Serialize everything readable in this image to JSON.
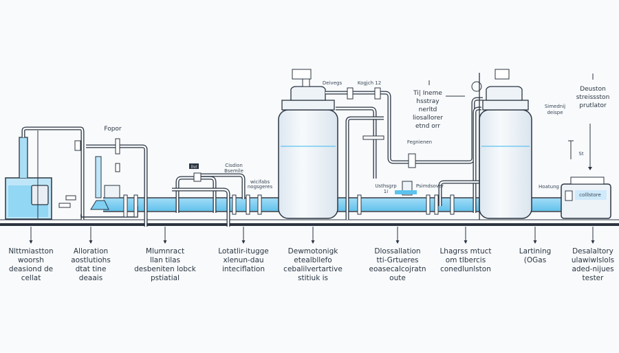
{
  "colors": {
    "water": "#5cc3ee",
    "line": "#2b3440",
    "tank": "#eef3f8",
    "background": "#f8fafc"
  },
  "top_labels": {
    "fopor": "Fopor",
    "deivegs": "Deivegs",
    "kogjch": "Kogjch 12",
    "center_note": [
      "Ti| Ineme",
      "hsstray",
      "nerltd",
      "liosallorer",
      "etnd orr"
    ],
    "simednij": [
      "Simednij",
      "deispe"
    ],
    "deuston": [
      "Deuston",
      "streissston",
      "prutlator"
    ],
    "cisdion": [
      "Cisdion",
      "Bsemile"
    ],
    "wicifabs": [
      "wicifabs",
      "nogsgeres"
    ],
    "fegnienen": "Fegnienen",
    "usthsgrp": [
      "Usthsgrp",
      "1i"
    ],
    "psimdsover": "Psimdsover",
    "hoatung": "Hoatung",
    "st": "St",
    "collstore": "colllstore",
    "gauge": "Dut"
  },
  "bottom_labels": [
    [
      "Nlttmiastton",
      "woorsh",
      "deasiond de",
      "cellat"
    ],
    [
      "Alloration",
      "aostlutiohs",
      "dtat tine",
      "deaais"
    ],
    [
      "Mlumnract",
      "llan tilas",
      "desbeniten lobck",
      "pstiatial"
    ],
    [
      "Lotatlir-itugge",
      "xlenun-dau",
      "inteciflation"
    ],
    [
      "Dewmotonigk",
      "etealbllefo",
      "cebalilvertartive",
      "stitiuk is"
    ],
    [
      "Dlossallation",
      "tti-Grtueres",
      "eoasecalcojratn",
      "oute"
    ],
    [
      "Lhagrss mtuct",
      "om tlbercis",
      "conedlunlston"
    ],
    [
      "Lartining",
      "(OGas"
    ],
    [
      "Desalaltory",
      "ulawiwlslols",
      "aded-nijues",
      "tester"
    ]
  ]
}
